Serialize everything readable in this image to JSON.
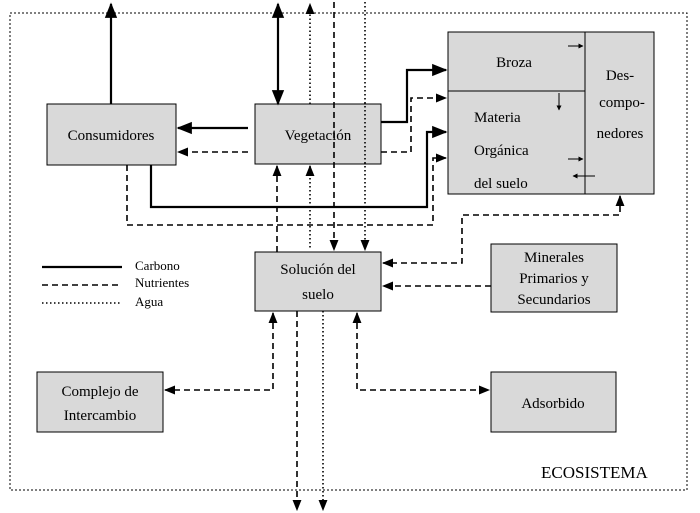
{
  "nodes": {
    "consumidores": "Consumidores",
    "vegetacion": "Vegetación",
    "broza": "Broza",
    "materia": [
      "Materia",
      "Orgánica",
      "del suelo"
    ],
    "descomponedores": [
      "Des-",
      "compo-",
      "nedores"
    ],
    "solucion": [
      "Solución del",
      "suelo"
    ],
    "minerales": [
      "Minerales",
      "Primarios y",
      "Secundarios"
    ],
    "complejo": [
      "Complejo de",
      "Intercambio"
    ],
    "adsorbido": "Adsorbido"
  },
  "legend": {
    "carbono": "Carbono",
    "nutrientes": "Nutrientes",
    "agua": "Agua"
  },
  "boundary_label": "ECOSISTEMA"
}
